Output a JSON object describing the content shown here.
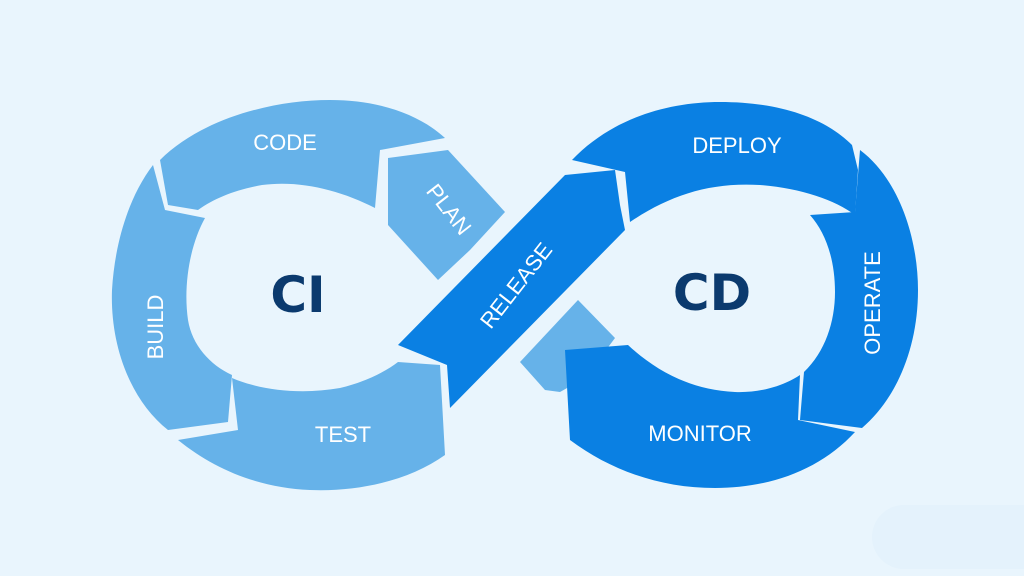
{
  "diagram": {
    "title": "CI/CD infinity loop",
    "colors": {
      "background": "#e9f5fd",
      "ci_segments": "#66b2e9",
      "cd_segments": "#0a80e3",
      "center_text": "#0b3a6e",
      "label_text": "#ffffff"
    },
    "ci": {
      "label": "CI",
      "stages": [
        {
          "name": "CODE"
        },
        {
          "name": "PLAN"
        },
        {
          "name": "BUILD"
        },
        {
          "name": "TEST"
        }
      ]
    },
    "bridge": {
      "name": "RELEASE"
    },
    "cd": {
      "label": "CD",
      "stages": [
        {
          "name": "DEPLOY"
        },
        {
          "name": "OPERATE"
        },
        {
          "name": "MONITOR"
        }
      ]
    }
  }
}
